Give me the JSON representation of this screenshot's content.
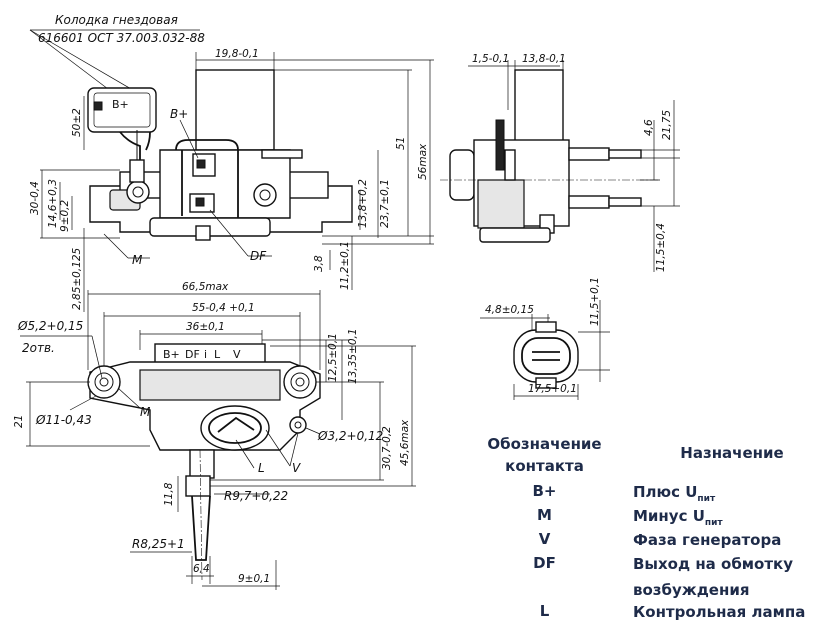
{
  "connector_callout": {
    "line1": "Колодка гнездовая",
    "line2": "616601 ОСТ 37.003.032-88",
    "pin_label": "B+"
  },
  "labels": {
    "b_plus": "B+",
    "m": "M",
    "df": "DF",
    "m_lower": "M",
    "l": "L",
    "v": "V",
    "holes": "2отв."
  },
  "terminal_strip": [
    "B+",
    "DF",
    "i",
    "L",
    "V"
  ],
  "dimensions": {
    "top_width": "19,8-0,1",
    "h_50": "50±2",
    "h_30": "30-0,4",
    "h_14_6": "14,6+0,3",
    "h_9": "9±0,2",
    "h_2_85": "2,85±0,125",
    "h_13_8": "13,8+0,2",
    "h_23_7": "23,7±0,1",
    "h_3_8": "3,8",
    "h_11_2": "11,2±0,1",
    "h_51": "51",
    "h_56": "56max",
    "side_1_5": "1,5-0,1",
    "side_13_8": "13,8-0,1",
    "side_4_6": "4,6",
    "side_21_75": "21,75",
    "side_11_5": "11,5±0,4",
    "w_66_5": "66,5max",
    "w_55": "55-0,4 +0,1",
    "w_36": "36±0,1",
    "d_5_2": "Ø5,2+0,15",
    "d_11": "Ø11-0,43",
    "h_21": "21",
    "h_12_5": "12,5±0,1",
    "h_13_35": "13,35±0,1",
    "d_3_2": "Ø3,2+0,12",
    "h_30_7": "30,7-0,2",
    "h_45_6": "45,6max",
    "h_11_8": "11,8",
    "r_9_7": "R9,7+0,22",
    "r_8_25": "R8,25+1",
    "w_6_4": "6,4",
    "w_9": "9±0,1",
    "plug_4_8": "4,8±0,15",
    "plug_11_5": "11,5+0,1",
    "plug_17_5": "17,5+0,1"
  },
  "legend": {
    "col1_line1": "Обозначение",
    "col1_line2": "контакта",
    "col2": "Назначение",
    "rows": [
      {
        "code": "B+",
        "desc": "Плюс U",
        "sub": "пит"
      },
      {
        "code": "M",
        "desc": "Минус U",
        "sub": "пит"
      },
      {
        "code": "V",
        "desc": "Фаза генератора",
        "sub": ""
      },
      {
        "code": "DF",
        "desc": "Выход на обмотку",
        "desc2": "возбуждения",
        "sub": ""
      },
      {
        "code": "L",
        "desc": "Контрольная лампа",
        "sub": ""
      }
    ],
    "text_color": "#1e2b49"
  }
}
